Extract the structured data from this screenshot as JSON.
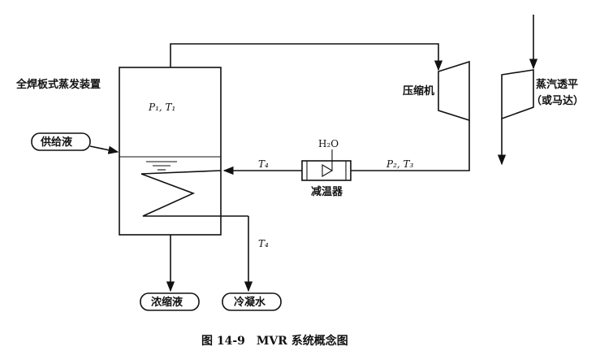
{
  "evaporator": {
    "label": "全焊板式蒸发装置",
    "upper_state": "P₁, T₁"
  },
  "compressor": {
    "label": "压缩机"
  },
  "turbine": {
    "label_line1": "蒸汽透平",
    "label_line2": "（或马达）"
  },
  "desuperheater": {
    "label": "减温器",
    "water": "H₂O"
  },
  "feed": {
    "label": "供给液"
  },
  "concentrate": {
    "label": "浓缩液"
  },
  "condensate": {
    "label": "冷凝水"
  },
  "streams": {
    "return_temp": "T₄",
    "compressed_state": "P₂, T₃",
    "condensate_temp": "T₄"
  },
  "caption": "图 14-9　MVR 系统概念图"
}
